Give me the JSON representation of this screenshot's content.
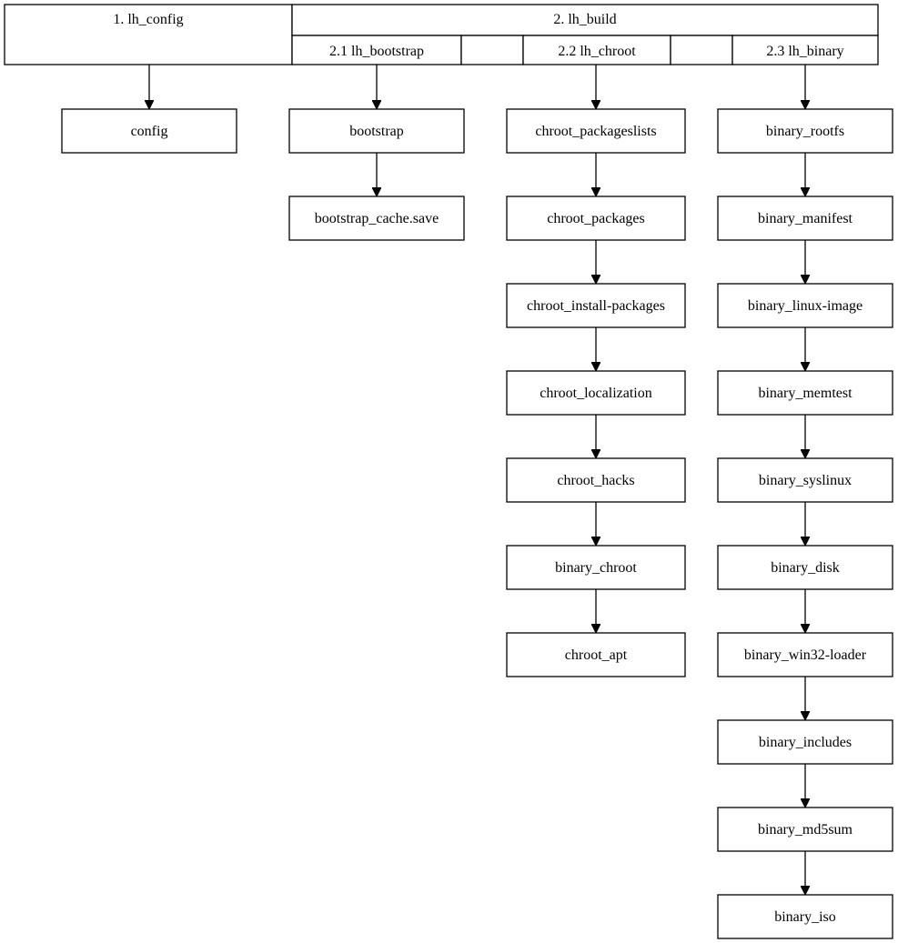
{
  "header": {
    "config_group": "1. lh_config",
    "build_group": "2. lh_build",
    "build_stages": [
      "2.1 lh_bootstrap",
      "",
      "2.2 lh_chroot",
      "",
      "2.3 lh_binary"
    ]
  },
  "columns": {
    "config": [
      "config"
    ],
    "bootstrap": [
      "bootstrap",
      "bootstrap_cache.save"
    ],
    "chroot": [
      "chroot_packageslists",
      "chroot_packages",
      "chroot_install-packages",
      "chroot_localization",
      "chroot_hacks",
      "binary_chroot",
      "chroot_apt"
    ],
    "binary": [
      "binary_rootfs",
      "binary_manifest",
      "binary_linux-image",
      "binary_memtest",
      "binary_syslinux",
      "binary_disk",
      "binary_win32-loader",
      "binary_includes",
      "binary_md5sum",
      "binary_iso"
    ]
  }
}
